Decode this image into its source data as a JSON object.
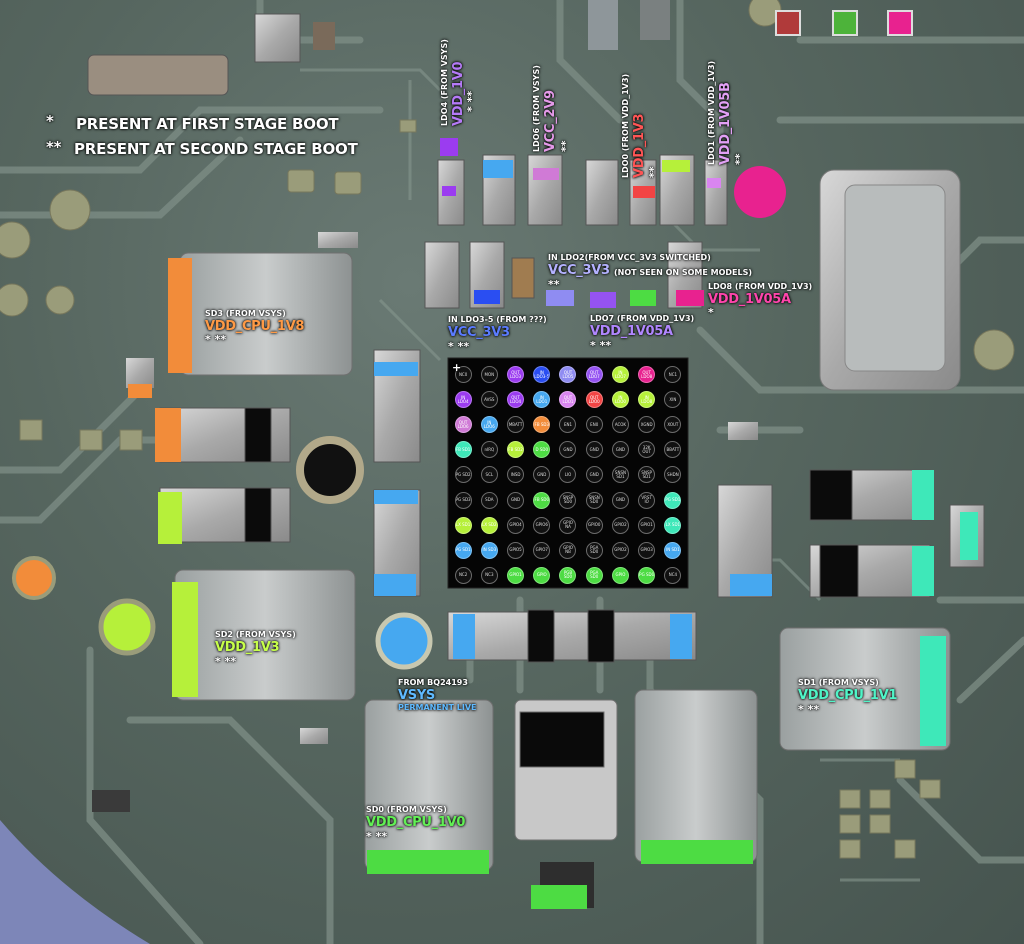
{
  "legend": {
    "first_marker": "*",
    "first_text": "PRESENT AT FIRST STAGE BOOT",
    "second_marker": "**",
    "second_text": "PRESENT AT SECOND STAGE BOOT"
  },
  "colors": {
    "vdd_1v0": "#9b3cf0",
    "vcc_2v9": "#d07ad6",
    "vdd_1v3_ldo0": "#f24444",
    "vdd_1v05b": "#d985f0",
    "vdd_1v05a_ldo8": "#e8228f",
    "vcc_3v3_ldo2": "#8f8cf2",
    "vcc_3v3": "#2a4ef2",
    "vdd_1v05a_ldo7": "#9553f2",
    "vdd_cpu_1v8": "#f28c3a",
    "vdd_1v3_sd2": "#b6f03a",
    "vdd_cpu_1v1": "#3ee8b9",
    "vdd_cpu_1v0": "#4ddc43",
    "vsys": "#46a8f0",
    "status_red": "#b03a3a",
    "status_green": "#4db33a",
    "status_pink": "#e8228f"
  },
  "rails": {
    "ldo4": {
      "source": "LDO4 (FROM VSYS)",
      "name": "VDD_1V0",
      "stars": "* **"
    },
    "ldo6": {
      "source": "LDO6 (FROM VSYS)",
      "name": "VCC_2V9",
      "stars": "**"
    },
    "ldo0": {
      "source": "LDO0 (FROM VDD_1V3)",
      "name": "VDD_1V3",
      "stars": "**"
    },
    "ldo1": {
      "source": "LDO1 (FROM VDD_1V3)",
      "name": "VDD_1V05B",
      "stars": "**"
    },
    "ldo2": {
      "source": "IN LDO2(FROM VCC_3V3 SWITCHED)",
      "name": "VCC_3V3",
      "note": "(NOT SEEN ON SOME MODELS)",
      "stars": "**"
    },
    "ldo8": {
      "source": "LDO8 (FROM VDD_1V3)",
      "name": "VDD_1V05A",
      "stars": "*"
    },
    "ldo35": {
      "source": "IN LDO3-5 (FROM ???)",
      "name": "VCC_3V3",
      "stars": "* **"
    },
    "ldo7": {
      "source": "LDO7 (FROM VDD_1V3)",
      "name": "VDD_1V05A",
      "stars": "* **"
    },
    "sd3": {
      "source": "SD3 (FROM VSYS)",
      "name": "VDD_CPU_1V8",
      "stars": "* **"
    },
    "sd2": {
      "source": "SD2 (FROM VSYS)",
      "name": "VDD_1V3",
      "stars": "* **"
    },
    "sd1": {
      "source": "SD1 (FROM VSYS)",
      "name": "VDD_CPU_1V1",
      "stars": "* **"
    },
    "sd0": {
      "source": "SD0 (FROM VSYS)",
      "name": "VDD_CPU_1V0",
      "stars": "* **"
    },
    "vsys": {
      "source": "FROM BQ24193",
      "name": "VSYS",
      "note": "PERMANENT LIVE"
    }
  },
  "chip": {
    "marker": "+",
    "pins": [
      [
        "NC0",
        "MON",
        "OUT LDO3",
        "IN LDO3-5",
        "OUT LDO5",
        "OUT LDO7",
        "IN LDO7",
        "OUT LDO8",
        "NC1"
      ],
      [
        "IN LDO4",
        "AVSS",
        "OUT LDO4",
        "IN LDO1",
        "OUT LDO1",
        "OUT LDO0",
        "IN LDO0",
        "IN LDO8",
        "XIN"
      ],
      [
        "OUT LDO6",
        "IN LDO6",
        "MBATT",
        "FB SD3",
        "EN1",
        "EN0",
        "ACOK",
        "XGND",
        "XOUT"
      ],
      [
        "FB SD1",
        "nIRQ",
        "FB SD2",
        "D SD0",
        "GND",
        "GND",
        "GND",
        "32K OUT",
        "BBATT"
      ],
      [
        "PG SD2",
        "SCL",
        "INSD",
        "GND",
        "LIO",
        "GND",
        "SNSN SD1",
        "SNSP SD1",
        "SHDN"
      ],
      [
        "PG SD3",
        "SDA",
        "GND",
        "FB SD0",
        "SNSP SD0",
        "SNSN SD0",
        "GND",
        "VRST IO",
        "PG SD1"
      ],
      [
        "LX SD1",
        "LX SD2",
        "GPIO4",
        "GPIO6",
        "GPIO NA",
        "GPIO0",
        "GPIO2",
        "GPIO1",
        "LX SD1"
      ],
      [
        "PG SD1",
        "IN SD3",
        "GPIO5",
        "GPIO7",
        "GPIO NB",
        "PGA SD0",
        "GPIO2",
        "GPIO3",
        "IN SD1"
      ],
      [
        "NC2",
        "NC3",
        "GPIO1",
        "GPIO",
        "PGB SD0",
        "PGA SD0",
        "GPIO",
        "PG SD0",
        "NC4"
      ]
    ],
    "pin_colors": [
      [
        "",
        "",
        "",
        "",
        "",
        "",
        "",
        "",
        ""
      ],
      [
        "",
        "",
        "",
        "",
        "",
        "",
        "",
        "",
        ""
      ],
      [
        "",
        "",
        "",
        "",
        "",
        "",
        "",
        "",
        ""
      ],
      [
        "",
        "",
        "",
        "",
        "",
        "",
        "",
        "",
        ""
      ],
      [
        "",
        "",
        "",
        "",
        "",
        "",
        "",
        "",
        ""
      ],
      [
        "",
        "",
        "",
        "",
        "",
        "",
        "",
        "",
        ""
      ],
      [
        "",
        "",
        "",
        "",
        "",
        "",
        "",
        "",
        ""
      ],
      [
        "",
        "",
        "",
        "",
        "",
        "",
        "",
        "",
        ""
      ],
      [
        "",
        "",
        "",
        "",
        "",
        "",
        "",
        "",
        ""
      ]
    ]
  }
}
